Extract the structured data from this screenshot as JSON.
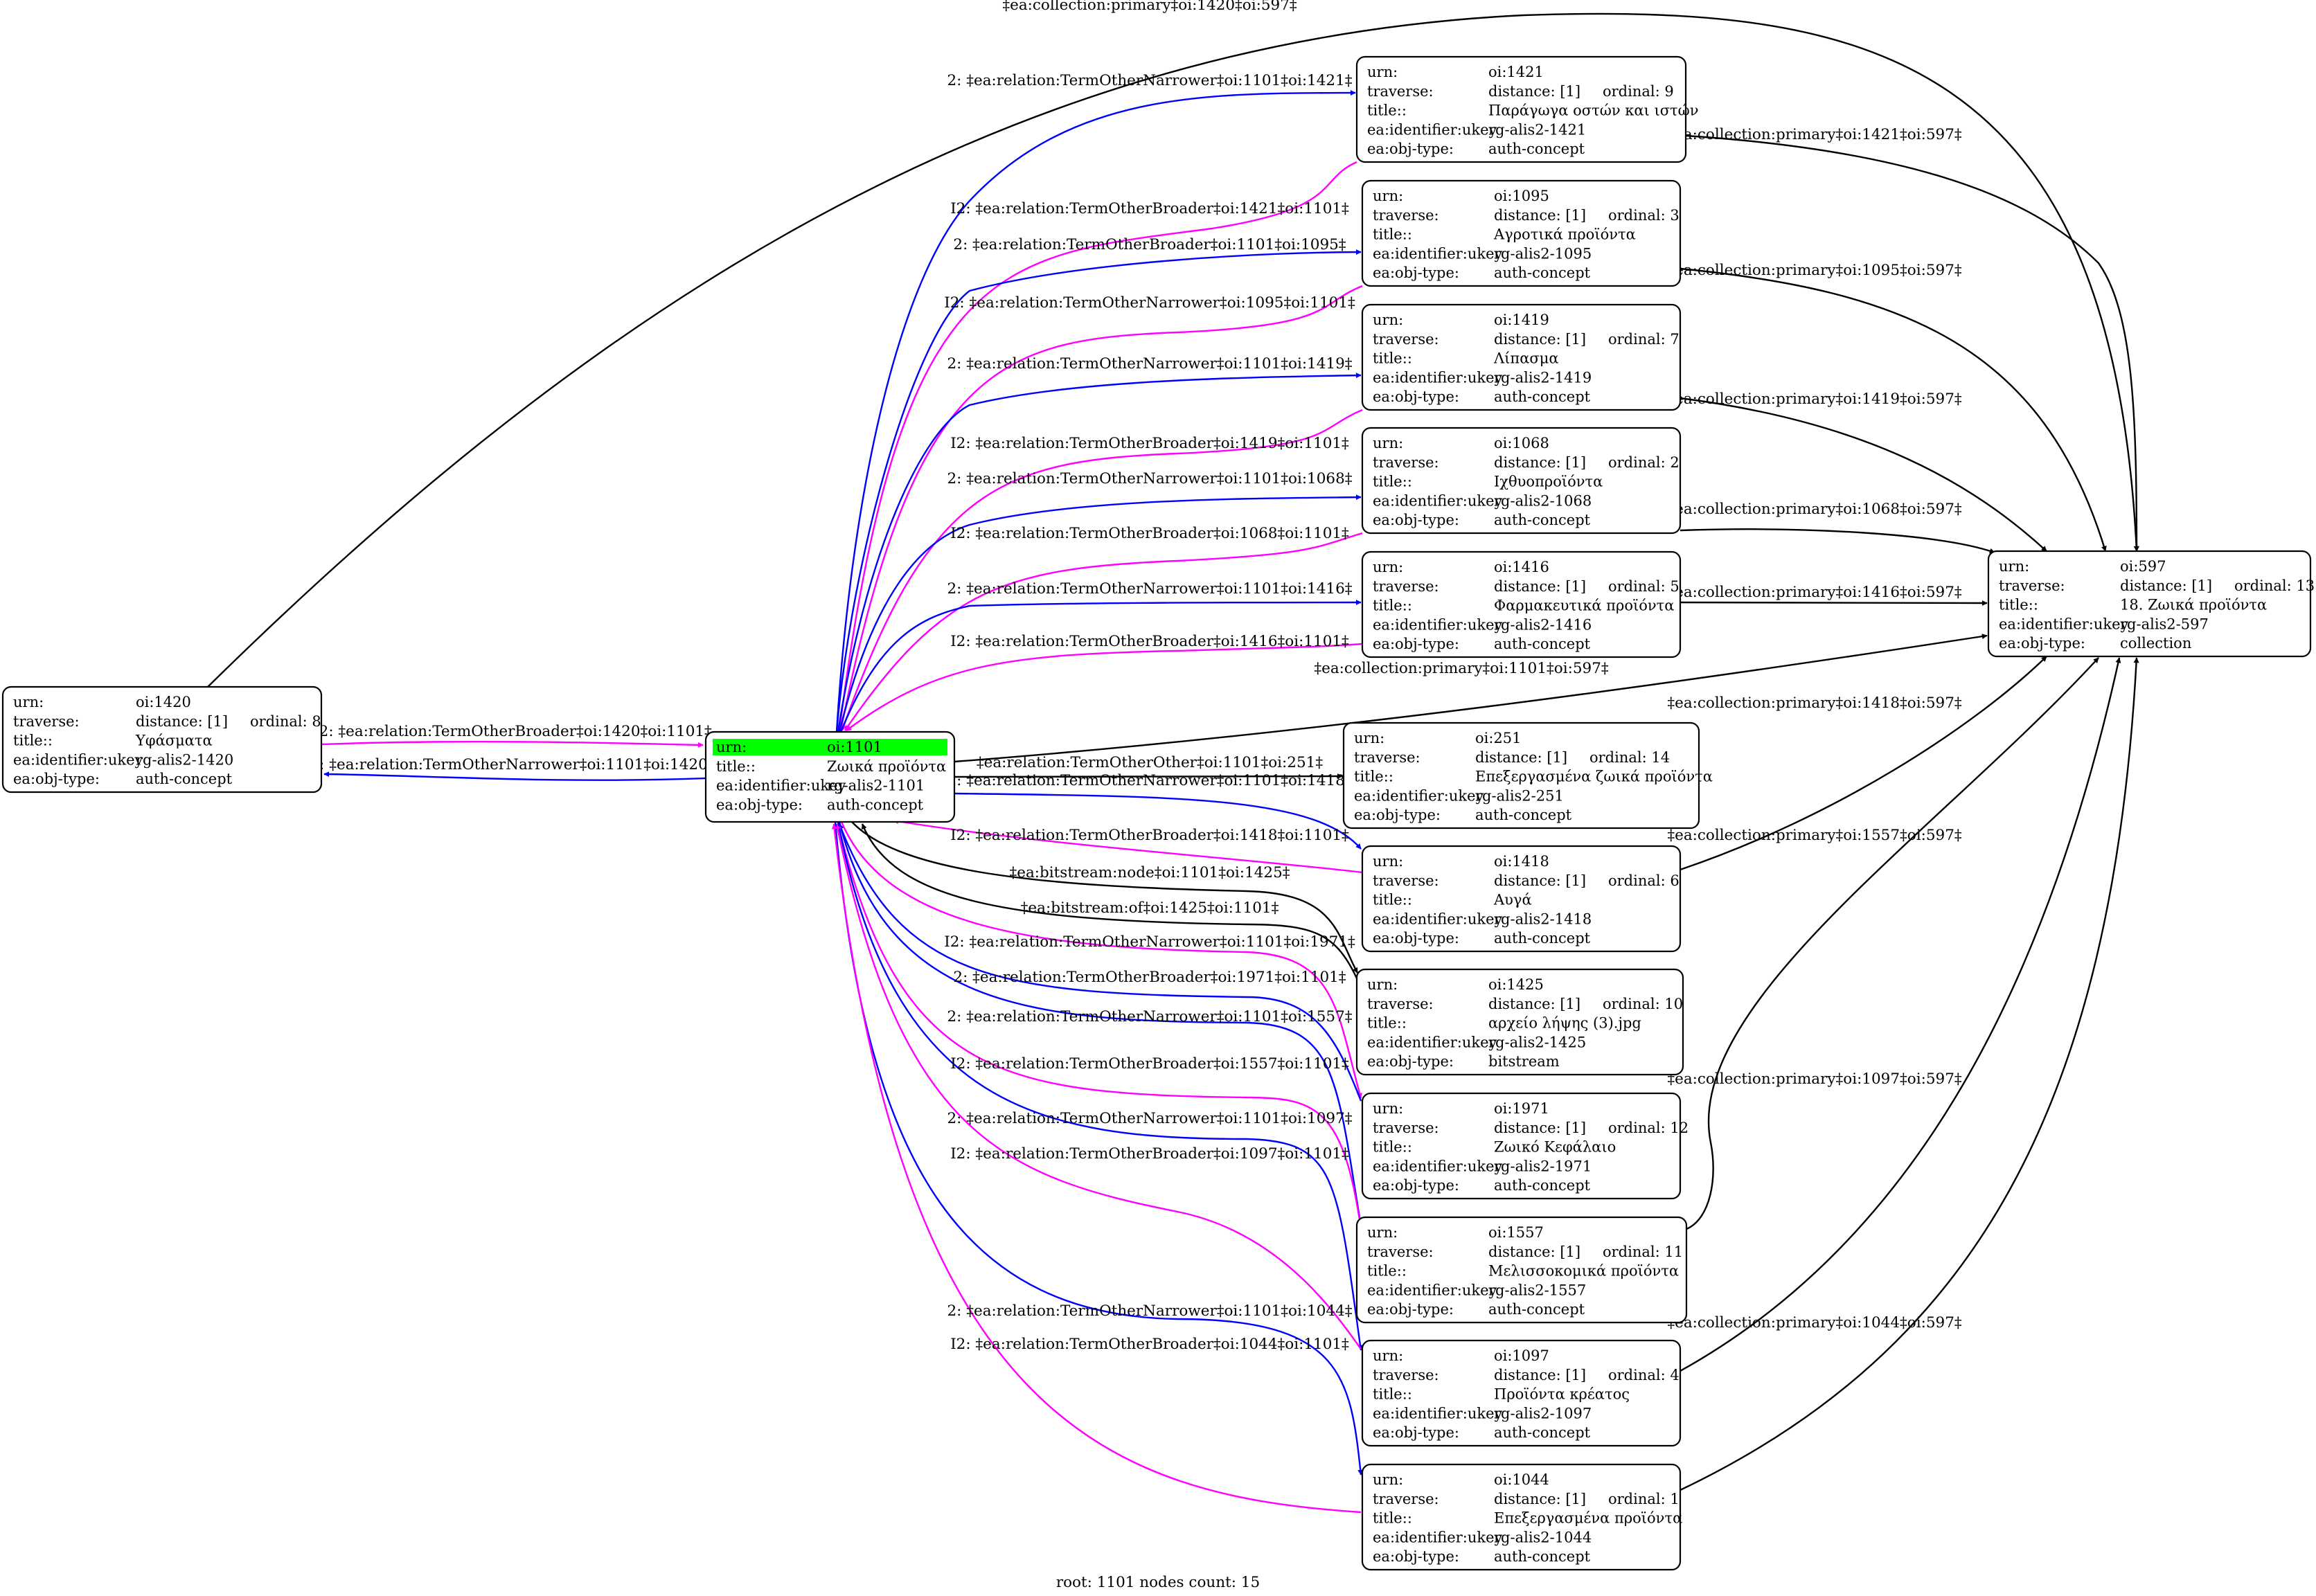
{
  "footer": "root: 1101 nodes count: 15",
  "colors": {
    "black": "#000000",
    "blue": "#0000ff",
    "magenta": "#ff00ff",
    "root_highlight": "#00ff00"
  },
  "nodes": [
    {
      "id": "oi:1420",
      "labels": [
        "urn:",
        "traverse:",
        "title::",
        "ea:identifier:ukey",
        "ea:obj-type:"
      ],
      "values": [
        "oi:1420",
        "distance: [1]",
        "Υφάσματα",
        "rg-alis2-1420",
        "auth-concept"
      ],
      "ordinal": "ordinal: 8"
    },
    {
      "id": "oi:1101",
      "root": true,
      "labels": [
        "urn:",
        "title::",
        "ea:identifier:ukey",
        "ea:obj-type:"
      ],
      "values": [
        "oi:1101",
        "Ζωικά προϊόντα",
        "rg-alis2-1101",
        "auth-concept"
      ],
      "ordinal": ""
    },
    {
      "id": "oi:1421",
      "labels": [
        "urn:",
        "traverse:",
        "title::",
        "ea:identifier:ukey",
        "ea:obj-type:"
      ],
      "values": [
        "oi:1421",
        "distance: [1]",
        "Παράγωγα οστών και ιστών",
        "rg-alis2-1421",
        "auth-concept"
      ],
      "ordinal": "ordinal: 9"
    },
    {
      "id": "oi:1095",
      "labels": [
        "urn:",
        "traverse:",
        "title::",
        "ea:identifier:ukey",
        "ea:obj-type:"
      ],
      "values": [
        "oi:1095",
        "distance: [1]",
        "Αγροτικά προϊόντα",
        "rg-alis2-1095",
        "auth-concept"
      ],
      "ordinal": "ordinal: 3"
    },
    {
      "id": "oi:1419",
      "labels": [
        "urn:",
        "traverse:",
        "title::",
        "ea:identifier:ukey",
        "ea:obj-type:"
      ],
      "values": [
        "oi:1419",
        "distance: [1]",
        "Λίπασμα",
        "rg-alis2-1419",
        "auth-concept"
      ],
      "ordinal": "ordinal: 7"
    },
    {
      "id": "oi:1068",
      "labels": [
        "urn:",
        "traverse:",
        "title::",
        "ea:identifier:ukey",
        "ea:obj-type:"
      ],
      "values": [
        "oi:1068",
        "distance: [1]",
        "Ιχθυοπροϊόντα",
        "rg-alis2-1068",
        "auth-concept"
      ],
      "ordinal": "ordinal: 2"
    },
    {
      "id": "oi:1416",
      "labels": [
        "urn:",
        "traverse:",
        "title::",
        "ea:identifier:ukey",
        "ea:obj-type:"
      ],
      "values": [
        "oi:1416",
        "distance: [1]",
        "Φαρμακευτικά προϊόντα",
        "rg-alis2-1416",
        "auth-concept"
      ],
      "ordinal": "ordinal: 5"
    },
    {
      "id": "oi:597",
      "labels": [
        "urn:",
        "traverse:",
        "title::",
        "ea:identifier:ukey",
        "ea:obj-type:"
      ],
      "values": [
        "oi:597",
        "distance: [1]",
        "18. Ζωικά προϊόντα",
        "rg-alis2-597",
        "collection"
      ],
      "ordinal": "ordinal: 13"
    },
    {
      "id": "oi:251",
      "labels": [
        "urn:",
        "traverse:",
        "title::",
        "ea:identifier:ukey",
        "ea:obj-type:"
      ],
      "values": [
        "oi:251",
        "distance: [1]",
        "Επεξεργασμένα ζωικά προϊόντα",
        "rg-alis2-251",
        "auth-concept"
      ],
      "ordinal": "ordinal: 14"
    },
    {
      "id": "oi:1418",
      "labels": [
        "urn:",
        "traverse:",
        "title::",
        "ea:identifier:ukey",
        "ea:obj-type:"
      ],
      "values": [
        "oi:1418",
        "distance: [1]",
        "Αυγά",
        "rg-alis2-1418",
        "auth-concept"
      ],
      "ordinal": "ordinal: 6"
    },
    {
      "id": "oi:1425",
      "labels": [
        "urn:",
        "traverse:",
        "title::",
        "ea:identifier:ukey",
        "ea:obj-type:"
      ],
      "values": [
        "oi:1425",
        "distance: [1]",
        "αρχείο λήψης (3).jpg",
        "rg-alis2-1425",
        "bitstream"
      ],
      "ordinal": "ordinal: 10"
    },
    {
      "id": "oi:1971",
      "labels": [
        "urn:",
        "traverse:",
        "title::",
        "ea:identifier:ukey",
        "ea:obj-type:"
      ],
      "values": [
        "oi:1971",
        "distance: [1]",
        "Ζωικό Κεφάλαιο",
        "rg-alis2-1971",
        "auth-concept"
      ],
      "ordinal": "ordinal: 12"
    },
    {
      "id": "oi:1557",
      "labels": [
        "urn:",
        "traverse:",
        "title::",
        "ea:identifier:ukey",
        "ea:obj-type:"
      ],
      "values": [
        "oi:1557",
        "distance: [1]",
        "Μελισσοκομικά προϊόντα",
        "rg-alis2-1557",
        "auth-concept"
      ],
      "ordinal": "ordinal: 11"
    },
    {
      "id": "oi:1097",
      "labels": [
        "urn:",
        "traverse:",
        "title::",
        "ea:identifier:ukey",
        "ea:obj-type:"
      ],
      "values": [
        "oi:1097",
        "distance: [1]",
        "Προϊόντα κρέατος",
        "rg-alis2-1097",
        "auth-concept"
      ],
      "ordinal": "ordinal: 4"
    },
    {
      "id": "oi:1044",
      "labels": [
        "urn:",
        "traverse:",
        "title::",
        "ea:identifier:ukey",
        "ea:obj-type:"
      ],
      "values": [
        "oi:1044",
        "distance: [1]",
        "Επεξεργασμένα προϊόντα",
        "rg-alis2-1044",
        "auth-concept"
      ],
      "ordinal": "ordinal: 1"
    }
  ],
  "edges": [
    {
      "from": "oi:1420",
      "to": "oi:597",
      "color": "black",
      "label": "‡ea:collection:primary‡oi:1420‡oi:597‡"
    },
    {
      "from": "oi:1420",
      "to": "oi:1101",
      "color": "magenta",
      "label": "I2: ‡ea:relation:TermOtherBroader‡oi:1420‡oi:1101‡"
    },
    {
      "from": "oi:1101",
      "to": "oi:1420",
      "color": "blue",
      "label": "2: ‡ea:relation:TermOtherNarrower‡oi:1101‡oi:1420‡"
    },
    {
      "from": "oi:1101",
      "to": "oi:1421",
      "color": "blue",
      "label": "2: ‡ea:relation:TermOtherNarrower‡oi:1101‡oi:1421‡"
    },
    {
      "from": "oi:1421",
      "to": "oi:1101",
      "color": "magenta",
      "label": "I2: ‡ea:relation:TermOtherBroader‡oi:1421‡oi:1101‡"
    },
    {
      "from": "oi:1101",
      "to": "oi:1095",
      "color": "blue",
      "label": "2: ‡ea:relation:TermOtherBroader‡oi:1101‡oi:1095‡"
    },
    {
      "from": "oi:1095",
      "to": "oi:1101",
      "color": "magenta",
      "label": "I2: ‡ea:relation:TermOtherNarrower‡oi:1095‡oi:1101‡"
    },
    {
      "from": "oi:1101",
      "to": "oi:1419",
      "color": "blue",
      "label": "2: ‡ea:relation:TermOtherNarrower‡oi:1101‡oi:1419‡"
    },
    {
      "from": "oi:1419",
      "to": "oi:1101",
      "color": "magenta",
      "label": "I2: ‡ea:relation:TermOtherBroader‡oi:1419‡oi:1101‡"
    },
    {
      "from": "oi:1101",
      "to": "oi:1068",
      "color": "blue",
      "label": "2: ‡ea:relation:TermOtherNarrower‡oi:1101‡oi:1068‡"
    },
    {
      "from": "oi:1068",
      "to": "oi:1101",
      "color": "magenta",
      "label": "I2: ‡ea:relation:TermOtherBroader‡oi:1068‡oi:1101‡"
    },
    {
      "from": "oi:1101",
      "to": "oi:1416",
      "color": "blue",
      "label": "2: ‡ea:relation:TermOtherNarrower‡oi:1101‡oi:1416‡"
    },
    {
      "from": "oi:1416",
      "to": "oi:1101",
      "color": "magenta",
      "label": "I2: ‡ea:relation:TermOtherBroader‡oi:1416‡oi:1101‡"
    },
    {
      "from": "oi:1101",
      "to": "oi:597",
      "color": "black",
      "label": "‡ea:collection:primary‡oi:1101‡oi:597‡"
    },
    {
      "from": "oi:1101",
      "to": "oi:251",
      "color": "black",
      "label": "‡ea:relation:TermOtherOther‡oi:1101‡oi:251‡"
    },
    {
      "from": "oi:1101",
      "to": "oi:1418",
      "color": "blue",
      "label": "2: ‡ea:relation:TermOtherNarrower‡oi:1101‡oi:1418‡"
    },
    {
      "from": "oi:1418",
      "to": "oi:1101",
      "color": "magenta",
      "label": "I2: ‡ea:relation:TermOtherBroader‡oi:1418‡oi:1101‡"
    },
    {
      "from": "oi:1101",
      "to": "oi:1425",
      "color": "black",
      "label": "‡ea:bitstream:node‡oi:1101‡oi:1425‡"
    },
    {
      "from": "oi:1425",
      "to": "oi:1101",
      "color": "black",
      "label": "‡ea:bitstream:of‡oi:1425‡oi:1101‡"
    },
    {
      "from": "oi:1101",
      "to": "oi:1971",
      "color": "magenta",
      "label": "I2: ‡ea:relation:TermOtherNarrower‡oi:1101‡oi:1971‡"
    },
    {
      "from": "oi:1971",
      "to": "oi:1101",
      "color": "blue",
      "label": "2: ‡ea:relation:TermOtherBroader‡oi:1971‡oi:1101‡"
    },
    {
      "from": "oi:1101",
      "to": "oi:1557",
      "color": "blue",
      "label": "2: ‡ea:relation:TermOtherNarrower‡oi:1101‡oi:1557‡"
    },
    {
      "from": "oi:1557",
      "to": "oi:1101",
      "color": "magenta",
      "label": "I2: ‡ea:relation:TermOtherBroader‡oi:1557‡oi:1101‡"
    },
    {
      "from": "oi:1101",
      "to": "oi:1097",
      "color": "blue",
      "label": "2: ‡ea:relation:TermOtherNarrower‡oi:1101‡oi:1097‡"
    },
    {
      "from": "oi:1097",
      "to": "oi:1101",
      "color": "magenta",
      "label": "I2: ‡ea:relation:TermOtherBroader‡oi:1097‡oi:1101‡"
    },
    {
      "from": "oi:1101",
      "to": "oi:1044",
      "color": "blue",
      "label": "2: ‡ea:relation:TermOtherNarrower‡oi:1101‡oi:1044‡"
    },
    {
      "from": "oi:1044",
      "to": "oi:1101",
      "color": "magenta",
      "label": "I2: ‡ea:relation:TermOtherBroader‡oi:1044‡oi:1101‡"
    },
    {
      "from": "oi:1421",
      "to": "oi:597",
      "color": "black",
      "label": "‡ea:collection:primary‡oi:1421‡oi:597‡"
    },
    {
      "from": "oi:1095",
      "to": "oi:597",
      "color": "black",
      "label": "‡ea:collection:primary‡oi:1095‡oi:597‡"
    },
    {
      "from": "oi:1419",
      "to": "oi:597",
      "color": "black",
      "label": "‡ea:collection:primary‡oi:1419‡oi:597‡"
    },
    {
      "from": "oi:1068",
      "to": "oi:597",
      "color": "black",
      "label": "‡ea:collection:primary‡oi:1068‡oi:597‡"
    },
    {
      "from": "oi:1416",
      "to": "oi:597",
      "color": "black",
      "label": "‡ea:collection:primary‡oi:1416‡oi:597‡"
    },
    {
      "from": "oi:1418",
      "to": "oi:597",
      "color": "black",
      "label": "‡ea:collection:primary‡oi:1418‡oi:597‡"
    },
    {
      "from": "oi:1557",
      "to": "oi:597",
      "color": "black",
      "label": "‡ea:collection:primary‡oi:1557‡oi:597‡"
    },
    {
      "from": "oi:1097",
      "to": "oi:597",
      "color": "black",
      "label": "‡ea:collection:primary‡oi:1097‡oi:597‡"
    },
    {
      "from": "oi:1044",
      "to": "oi:597",
      "color": "black",
      "label": "‡ea:collection:primary‡oi:1044‡oi:597‡"
    }
  ]
}
